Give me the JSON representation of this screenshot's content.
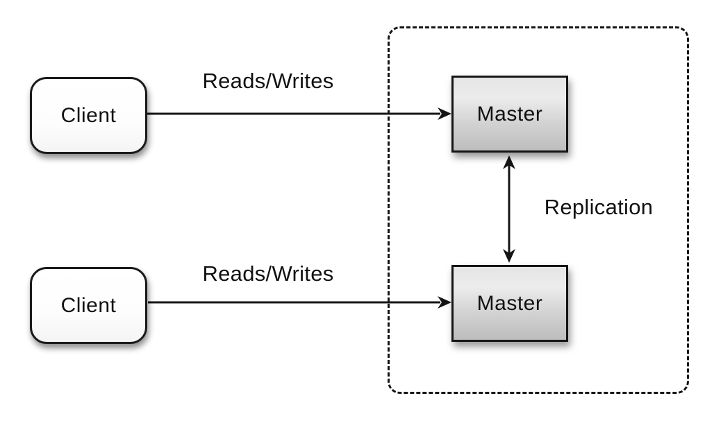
{
  "diagram": {
    "background_color": "#ffffff",
    "stroke_color": "#151515",
    "text_color": "#111111",
    "master_fill_top": "#e5e5e5",
    "master_fill_bottom": "#bdbdbd",
    "client_fill": "#ffffff",
    "nodes": {
      "client_top": {
        "label": "Client"
      },
      "client_bottom": {
        "label": "Client"
      },
      "master_top": {
        "label": "Master"
      },
      "master_bottom": {
        "label": "Master"
      }
    },
    "group": {
      "style": "dashed-rounded-rectangle",
      "contains": "master_top, master_bottom"
    },
    "edges": {
      "reads_writes_top": {
        "label": "Reads/Writes",
        "from": "client_top",
        "to": "master_top",
        "direction": "right"
      },
      "reads_writes_bottom": {
        "label": "Reads/Writes",
        "from": "client_bottom",
        "to": "master_bottom",
        "direction": "right"
      },
      "replication": {
        "label": "Replication",
        "from": "master_top",
        "to": "master_bottom",
        "direction": "both"
      }
    }
  }
}
